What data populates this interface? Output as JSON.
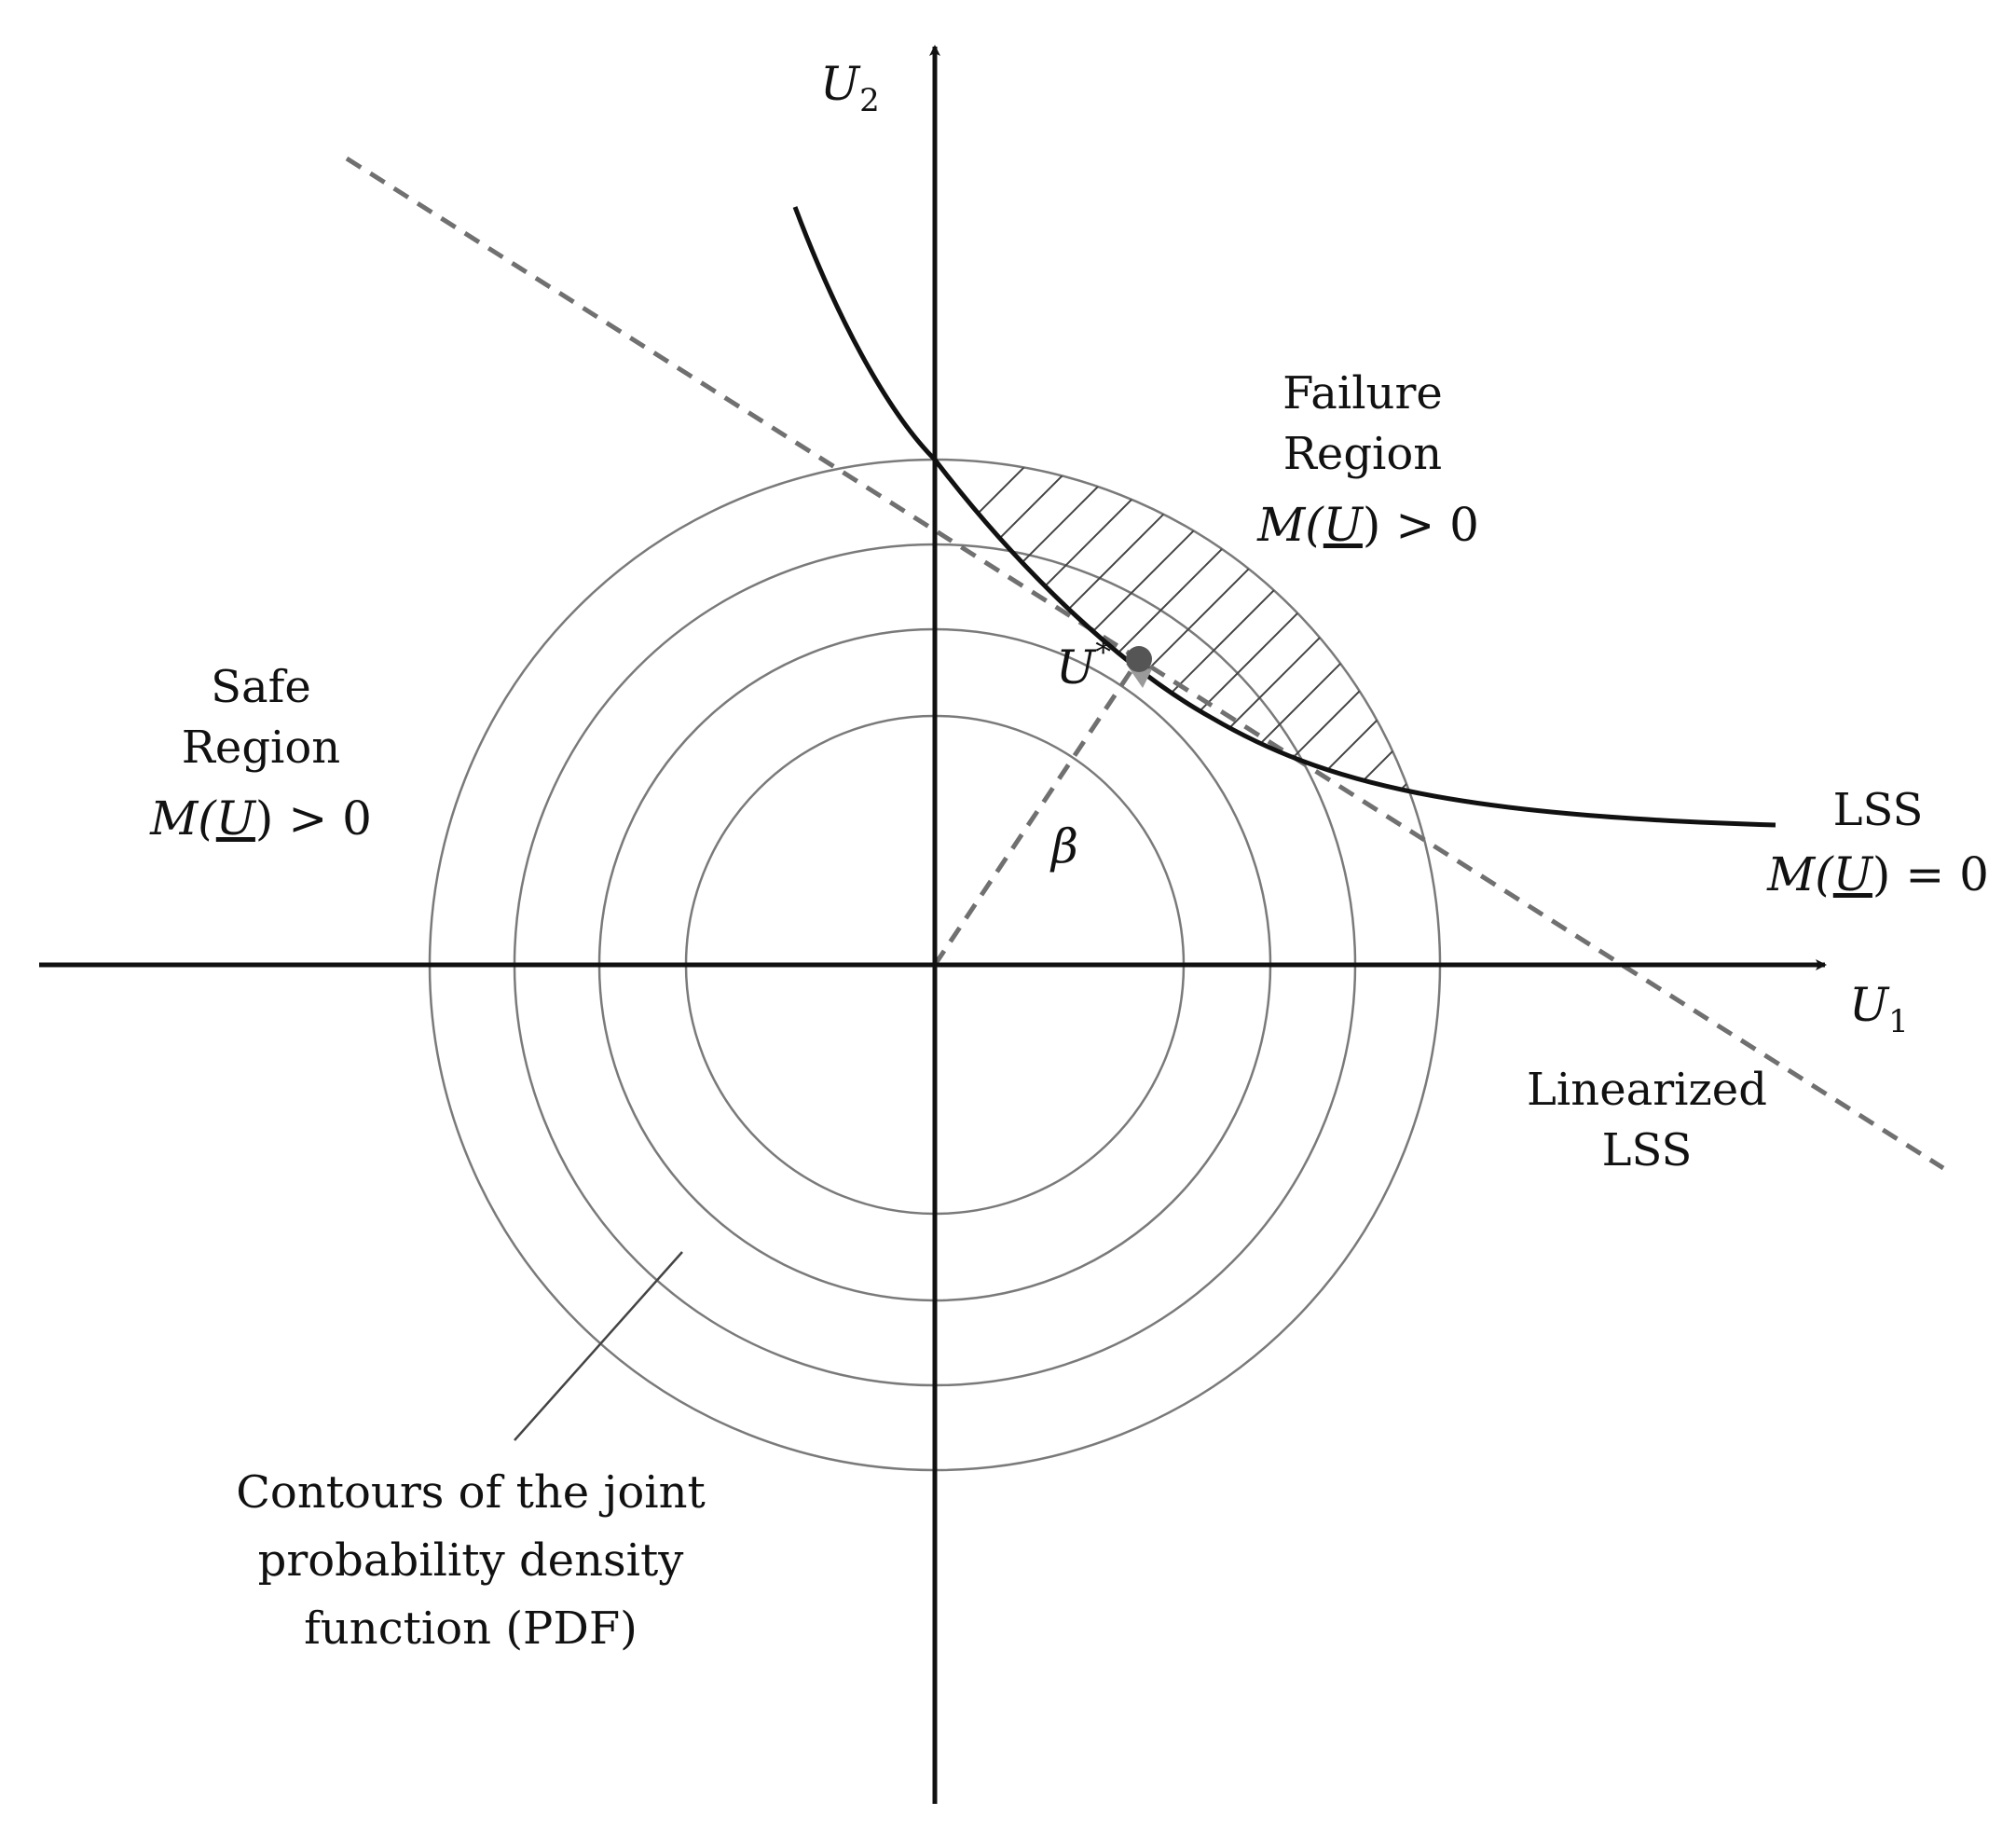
{
  "axes": {
    "u1_label": "U",
    "u1_subscript": "1",
    "u2_label": "U",
    "u2_subscript": "2"
  },
  "regions": {
    "failure": {
      "line1": "Failure",
      "line2": "Region",
      "condition_prefix": "M(",
      "condition_var": "U",
      "condition_suffix": ") > 0"
    },
    "safe": {
      "line1": "Safe",
      "line2": "Region",
      "condition_prefix": "M(",
      "condition_var": "U",
      "condition_suffix": ") > 0"
    }
  },
  "lss": {
    "line1": "LSS",
    "condition_prefix": "M(",
    "condition_var": "U",
    "condition_suffix": ") = 0"
  },
  "linearized_lss": {
    "line1": "Linearized",
    "line2": "LSS"
  },
  "design_point": {
    "label": "U",
    "superscript": "*"
  },
  "beta_label": "β",
  "pdf_annotation": {
    "line1": "Contours of the joint",
    "line2": "probability density",
    "line3": "function (PDF)"
  },
  "colors": {
    "axis": "#111111",
    "contour": "#7a7a7a",
    "dashed": "#707070",
    "hatch": "#444444",
    "point": "#555555"
  }
}
